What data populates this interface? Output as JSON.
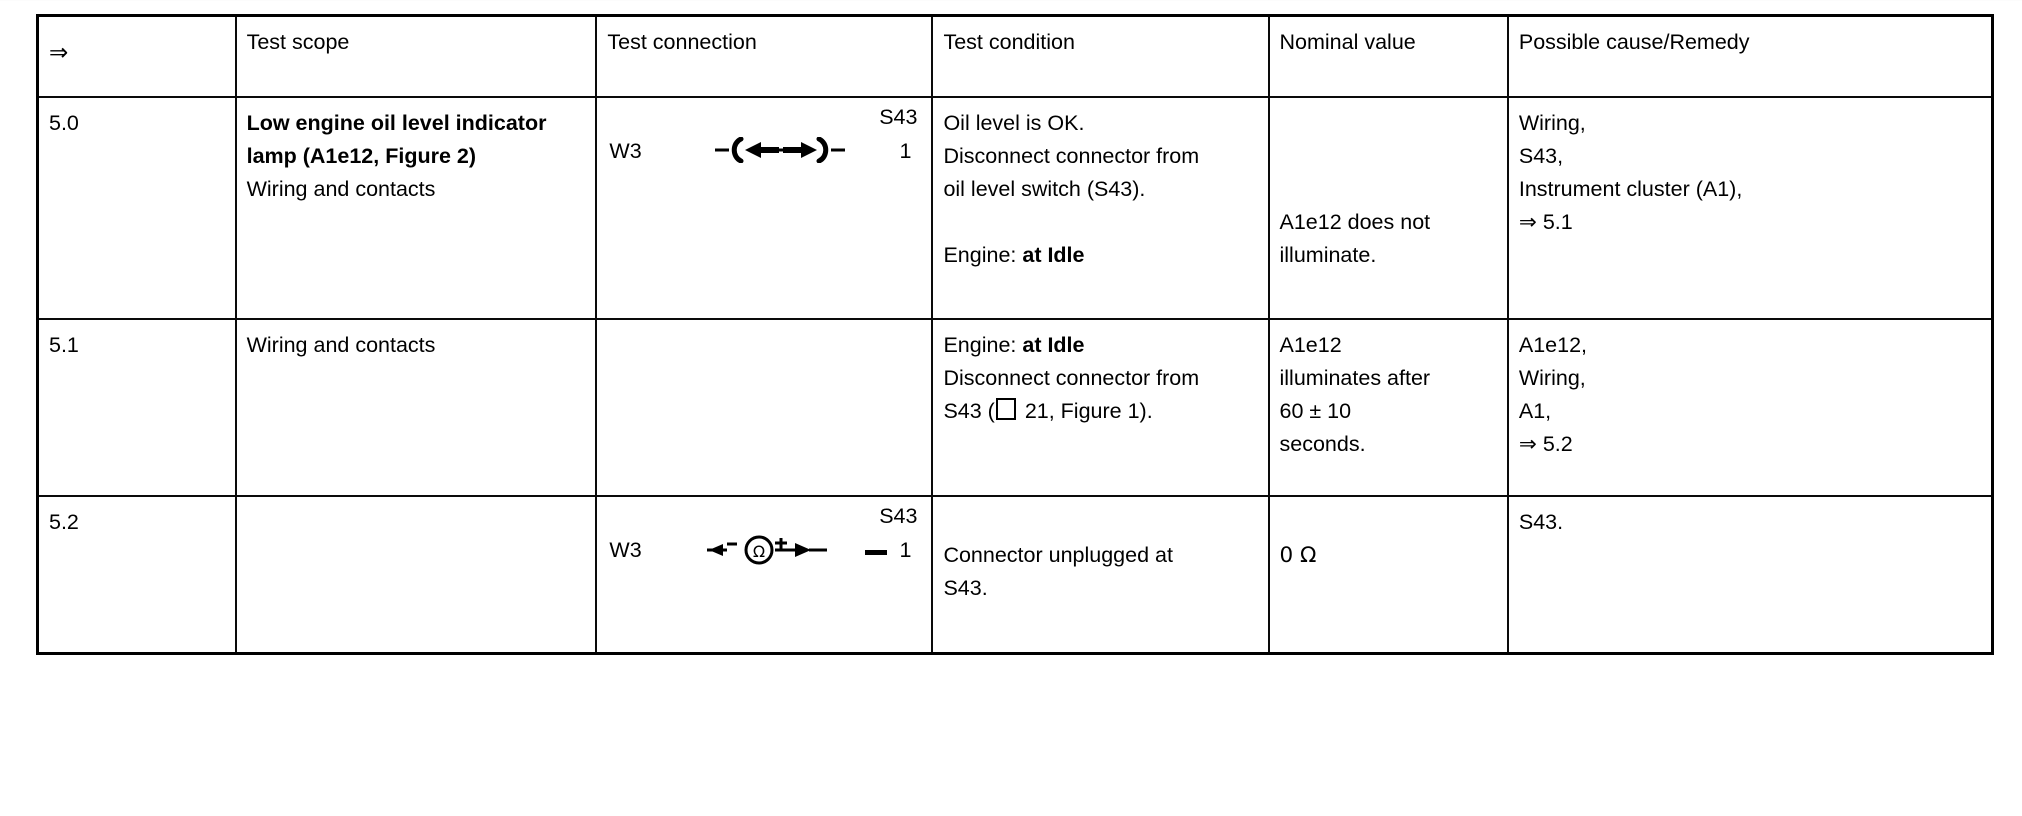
{
  "table": {
    "headers": [
      {
        "label": "⇒",
        "name": "step-arrow"
      },
      {
        "label": "Test scope",
        "name": "test-scope"
      },
      {
        "label": "Test connection",
        "name": "test-connection"
      },
      {
        "label": "Test condition",
        "name": "test-condition"
      },
      {
        "label": "Nominal value",
        "name": "nominal-value"
      },
      {
        "label": "Possible cause/Remedy",
        "name": "possible-cause-remedy"
      }
    ],
    "rows": [
      {
        "step": "5.0",
        "scope": {
          "bold": "Low engine oil level indicator lamp (A1e12, Figure 2)",
          "plain": "Wiring and contacts"
        },
        "connection": {
          "left_label": "W3",
          "top_right_label": "S43",
          "bottom_right_label": "1",
          "symbol": "double-arrow-connector"
        },
        "condition": {
          "line1": "Oil level is OK.",
          "line2": "Disconnect connector from",
          "line3": "oil level switch (S43).",
          "line4_prefix": "Engine: ",
          "line4_bold": "at Idle"
        },
        "nominal": {
          "line1": "A1e12 does not",
          "line2": "illuminate."
        },
        "remedy": [
          "Wiring,",
          "S43,",
          "Instrument cluster (A1),",
          "⇒ 5.1"
        ]
      },
      {
        "step": "5.1",
        "scope": {
          "bold": "",
          "plain": "Wiring and contacts"
        },
        "connection": {
          "left_label": "",
          "top_right_label": "",
          "bottom_right_label": "",
          "symbol": "none"
        },
        "condition": {
          "line1_prefix": "Engine: ",
          "line1_bold": "at Idle",
          "line2": "Disconnect connector from",
          "line3_prefix": "S43 (",
          "line3_box": "□",
          "line3_suffix": " 21, Figure 1)."
        },
        "nominal": {
          "line1": "A1e12",
          "line2": "illuminates after",
          "line3": "60 ± 10",
          "line4": "seconds."
        },
        "remedy": [
          "A1e12,",
          "Wiring,",
          "A1,",
          "⇒ 5.2"
        ]
      },
      {
        "step": "5.2",
        "scope": {
          "bold": "",
          "plain": ""
        },
        "connection": {
          "left_label": "W3",
          "top_right_label": "S43",
          "bottom_right_label": "1",
          "symbol": "ohmmeter-connector"
        },
        "condition": {
          "line1": "Connector unplugged at",
          "line2": "S43."
        },
        "nominal": {
          "line1": "0 Ω",
          "line2": ""
        },
        "remedy": [
          "S43."
        ]
      }
    ]
  }
}
